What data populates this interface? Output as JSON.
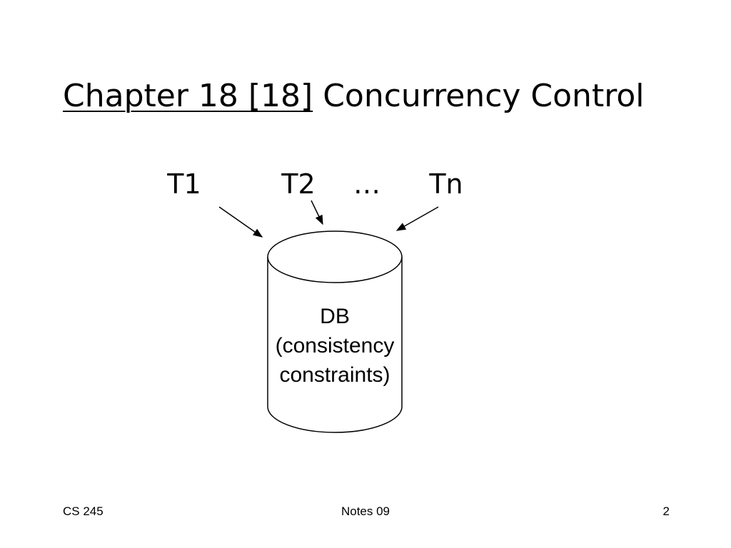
{
  "slide": {
    "title_underlined": "Chapter 18 [18]",
    "title_rest": " Concurrency Control",
    "transactions": [
      "T1",
      "T2",
      "…",
      "Tn"
    ],
    "database": {
      "lines": [
        "DB",
        "(consistency",
        "constraints)"
      ]
    },
    "footer": {
      "course": "CS 245",
      "notes": "Notes 09",
      "page": "2"
    },
    "colors": {
      "background": "#ffffff",
      "ink": "#000000"
    }
  }
}
